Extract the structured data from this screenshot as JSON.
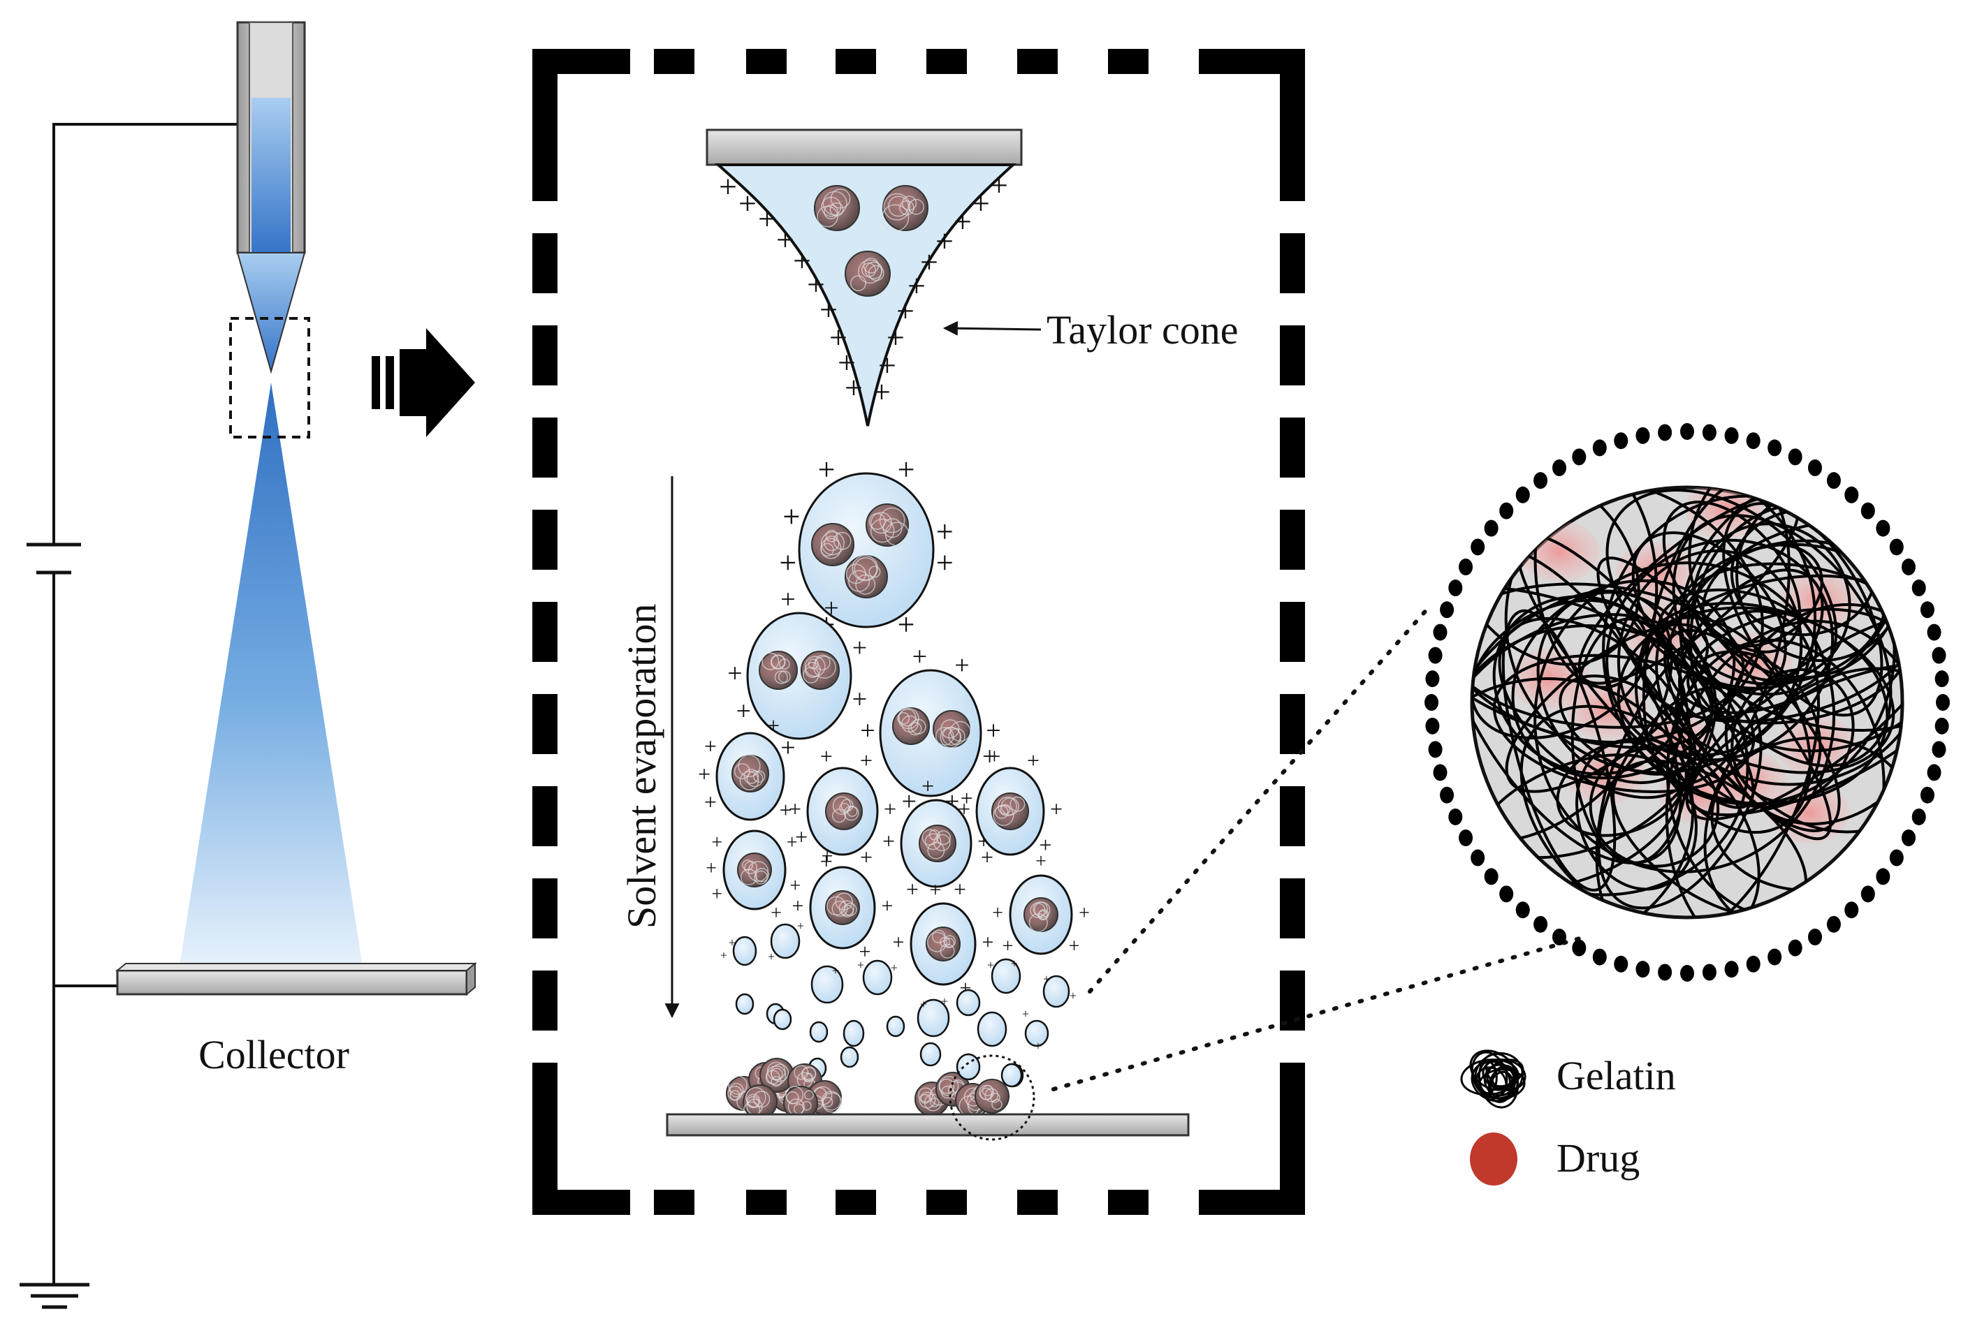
{
  "labels": {
    "collector": "Collector",
    "taylor_cone": "Taylor cone",
    "solvent_evaporation": "Solvent evaporation"
  },
  "legend": {
    "items": [
      {
        "label": "Gelatin",
        "icon": "gelatin-coil-icon"
      },
      {
        "label": "Drug",
        "icon": "drug-dot-icon"
      }
    ]
  },
  "colors": {
    "spray_blue": "#3d7fcf",
    "droplet_fill": "#d8ebf8",
    "drug_red": "#c0392b",
    "drug_pink": "#f2a8a8",
    "metal_gray": "#cfcfcf",
    "frame_black": "#000000"
  },
  "symbols": {
    "charge": "+"
  }
}
